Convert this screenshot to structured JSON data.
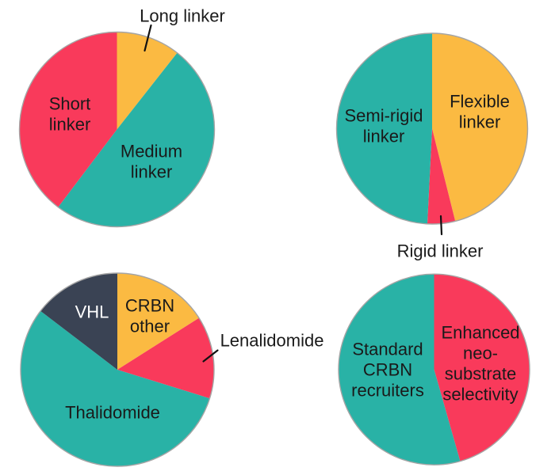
{
  "figure": {
    "background": "#ffffff",
    "description": "Four pie charts about PROTAC linker and recruiter composition"
  },
  "palette": {
    "yellow": "#FBBA42",
    "teal": "#29B2A6",
    "red": "#F93A5B",
    "dark_slate": "#3A4354",
    "outline_gray": "#A5A5A5",
    "callout_black": "#111111",
    "text_black": "#1A1A1A",
    "text_white": "#FFFFFF"
  },
  "chart_data": [
    {
      "type": "pie",
      "id": "linker-length",
      "legend_position": "none",
      "slices": [
        {
          "label": "Long linker",
          "percent": 10.6,
          "color_key": "yellow",
          "label_outside": true,
          "label_lines": [
            "Long linker"
          ]
        },
        {
          "label": "Medium linker",
          "percent": 49.7,
          "color_key": "teal",
          "label_outside": false,
          "label_lines": [
            "Medium",
            "linker"
          ]
        },
        {
          "label": "Short linker",
          "percent": 39.7,
          "color_key": "red",
          "label_outside": false,
          "label_lines": [
            "Short",
            "linker"
          ]
        }
      ]
    },
    {
      "type": "pie",
      "id": "linker-rigidity",
      "legend_position": "none",
      "slices": [
        {
          "label": "Flexible linker",
          "percent": 46.1,
          "color_key": "yellow",
          "label_outside": false,
          "label_lines": [
            "Flexible",
            "linker"
          ]
        },
        {
          "label": "Rigid linker",
          "percent": 4.7,
          "color_key": "red",
          "label_outside": true,
          "label_lines": [
            "Rigid linker"
          ]
        },
        {
          "label": "Semi-rigid linker",
          "percent": 49.2,
          "color_key": "teal",
          "label_outside": false,
          "label_lines": [
            "Semi-rigid",
            "linker"
          ]
        }
      ]
    },
    {
      "type": "pie",
      "id": "e3-recruiters",
      "legend_position": "none",
      "slices": [
        {
          "label": "CRBN other",
          "percent": 16.0,
          "color_key": "yellow",
          "label_outside": false,
          "label_lines": [
            "CRBN",
            "other"
          ]
        },
        {
          "label": "Lenalidomide",
          "percent": 13.8,
          "color_key": "red",
          "label_outside": true,
          "label_lines": [
            "Lenalidomide"
          ]
        },
        {
          "label": "Thalidomide",
          "percent": 55.6,
          "color_key": "teal",
          "label_outside": false,
          "label_lines": [
            "Thalidomide"
          ]
        },
        {
          "label": "VHL",
          "percent": 14.6,
          "color_key": "dark_slate",
          "label_outside": false,
          "label_lines": [
            "VHL"
          ],
          "text_color_key": "text_white"
        }
      ]
    },
    {
      "type": "pie",
      "id": "crbn-recruiter-selectivity",
      "legend_position": "none",
      "slices": [
        {
          "label": "Enhanced neo-substrate selectivity",
          "percent": 45.6,
          "color_key": "red",
          "label_outside": false,
          "label_lines": [
            "Enhanced",
            "neo-",
            "substrate",
            "selectivity"
          ]
        },
        {
          "label": "Standard CRBN recruiters",
          "percent": 54.4,
          "color_key": "teal",
          "label_outside": false,
          "label_lines": [
            "Standard",
            "CRBN",
            "recruiters"
          ]
        }
      ]
    }
  ]
}
